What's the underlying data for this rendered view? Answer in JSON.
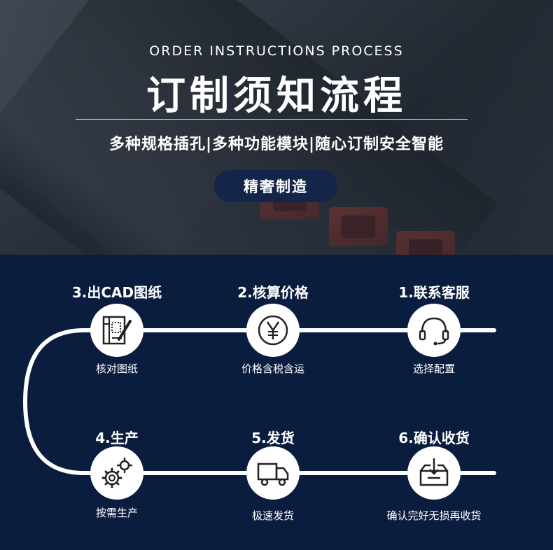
{
  "hero": {
    "subtitle_en": "ORDER INSTRUCTIONS PROCESS",
    "title": "订制须知流程",
    "features": "多种规格插孔|多种功能模块|随心订制安全智能",
    "badge": "精奢制造"
  },
  "steps": [
    {
      "title": "1.联系客服",
      "desc": "选择配置",
      "icon": "headset-icon"
    },
    {
      "title": "2.核算价格",
      "desc": "价格含税含运",
      "icon": "yen-icon"
    },
    {
      "title": "3.出CAD图纸",
      "desc": "核对图纸",
      "icon": "blueprint-icon"
    },
    {
      "title": "4.生产",
      "desc": "按需生产",
      "icon": "gears-icon"
    },
    {
      "title": "5.发货",
      "desc": "极速发货",
      "icon": "truck-icon"
    },
    {
      "title": "6.确认收货",
      "desc": "确认完好无损再收货",
      "icon": "box-icon"
    }
  ],
  "colors": {
    "background": "#0b1d3f",
    "badge": "#14254a",
    "line": "#ffffff"
  }
}
